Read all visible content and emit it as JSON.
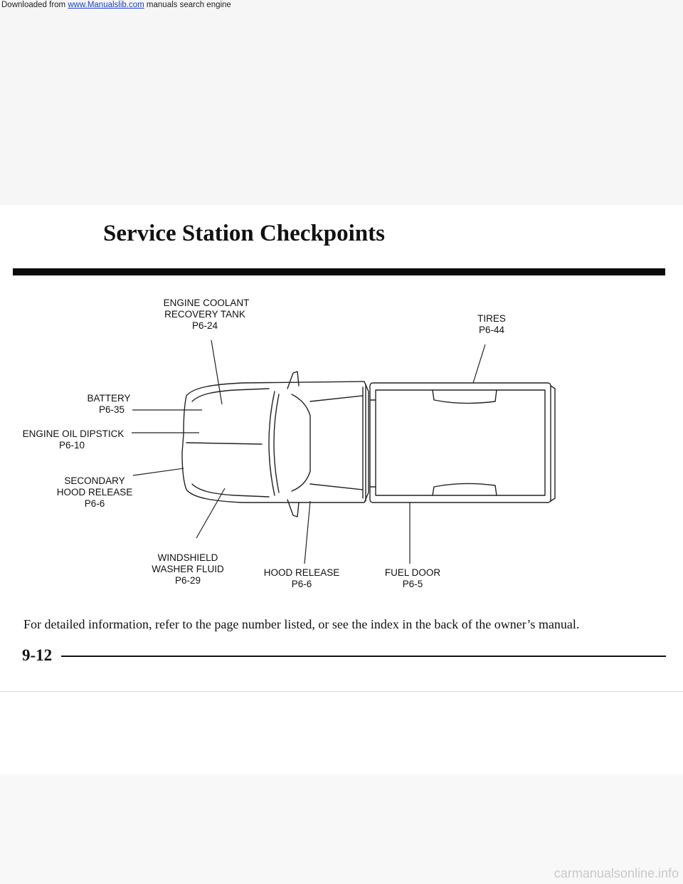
{
  "header": {
    "prefix": "Downloaded from",
    "link": "www.Manualslib.com",
    "suffix": "manuals search engine"
  },
  "page": {
    "title": "Service Station Checkpoints",
    "caption": "For detailed information, refer to the page number listed, or see the index in the back of the owner’s manual.",
    "page_number": "9-12"
  },
  "labels": {
    "coolant": {
      "l1": "ENGINE COOLANT",
      "l2": "RECOVERY TANK",
      "page": "P6-24"
    },
    "tires": {
      "l1": "TIRES",
      "page": "P6-44"
    },
    "battery": {
      "l1": "BATTERY",
      "page": "P6-35"
    },
    "dipstick": {
      "l1": "ENGINE OIL DIPSTICK",
      "page": "P6-10"
    },
    "secondary": {
      "l1": "SECONDARY",
      "l2": "HOOD RELEASE",
      "page": "P6-6"
    },
    "washer": {
      "l1": "WINDSHIELD",
      "l2": "WASHER FLUID",
      "page": "P6-29"
    },
    "hood": {
      "l1": "HOOD RELEASE",
      "page": "P6-6"
    },
    "fuel": {
      "l1": "FUEL DOOR",
      "page": "P6-5"
    }
  },
  "footer": {
    "watermark": "carmanualsonline.info"
  }
}
